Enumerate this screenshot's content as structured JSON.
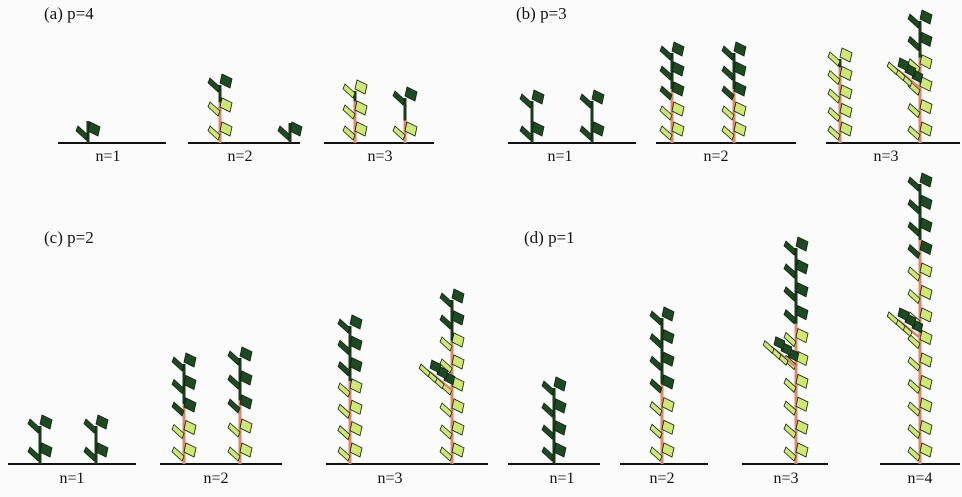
{
  "panels": [
    {
      "label": "(a) p=4",
      "labels": [
        "n=1",
        "n=2",
        "n=3"
      ]
    },
    {
      "label": "(b) p=3",
      "labels": [
        "n=1",
        "n=2",
        "n=3"
      ]
    },
    {
      "label": "(c) p=2",
      "labels": [
        "n=1",
        "n=2",
        "n=3"
      ]
    },
    {
      "label": "(d) p=1",
      "labels": [
        "n=1",
        "n=2",
        "n=3",
        "n=4"
      ]
    }
  ],
  "colors": {
    "dark_leaf": "#1e4a22",
    "light_leaf": "#cfe873",
    "stem_old": "#e0876a",
    "stem_young": "#1a3a1a",
    "ground": "#111111"
  }
}
